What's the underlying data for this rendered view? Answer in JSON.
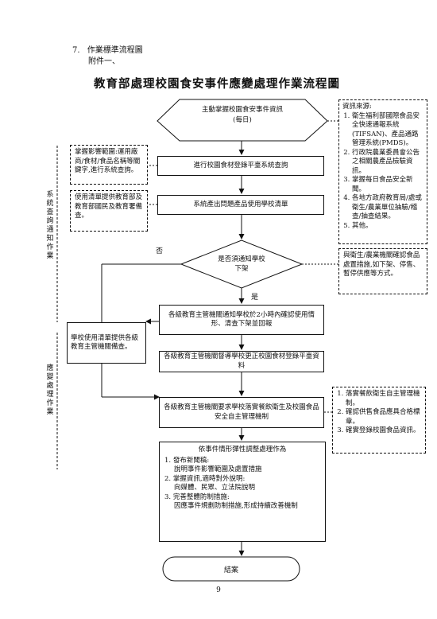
{
  "header": {
    "section_num": "7.",
    "section_label": "作業標準流程圖",
    "attachment": "附件一、",
    "title": "教育部處理校園食安事件應變處理作業流程圖"
  },
  "side_labels": {
    "notify": "系統查詢通知作業",
    "respond": "應變處理作業"
  },
  "flow": {
    "start_line1": "主動掌握校園食安事件資訊",
    "start_line2": "(每日)",
    "check_platform": "進行校園食材登錄平臺系統查詢",
    "list_schools": "系統產出問題產品使用學校清單",
    "decision_line1": "是否須通知學校",
    "decision_line2": "下架",
    "no_label": "否",
    "yes_label": "是",
    "confirm_2hr": "各級教育主管機關通知學校於2小時內確認使用情形、清查下架並回報",
    "supervise_update": "各級教育主管機關督導學校更正校園食材登錄平臺資料",
    "require_mgmt": "各級教育主管機關要求學校落實餐飲衛生及校園食品安全自主管理機制",
    "school_list_report": "學校使用清單提供各級教育主管機關備查。",
    "adjust_title": "依事件情形彈性調整處理作為",
    "adjust_items": [
      {
        "num": "1.",
        "head": "發布新聞稿:",
        "body": "說明事件影響範圍及處置措施"
      },
      {
        "num": "2.",
        "head": "掌握資訊,適時對外說明:",
        "body": "向媒體、民眾、立法院說明"
      },
      {
        "num": "3.",
        "head": "完善整體防制措施:",
        "body": "因應事件規劃防制措施,形成持續改善機制"
      }
    ],
    "end": "結案"
  },
  "notes": {
    "scope": "掌握影響範圍:運用廠商/食材/食品名稱等關鍵字,進行系統查詢。",
    "use_list": "使用清單提供教育部及教育部國民及教育署備查。",
    "sources_title": "資訊來源:",
    "sources": [
      "衛生福利部國際食品安全快速通報系統(TIFSAN)、產品通路管理系統(PMDS)。",
      "行政院農業委員會公告之相關農產品檢驗資訊。",
      "掌握每日食品安全新聞。",
      "各地方政府教育局/處或衛生/農業單位抽驗/稽查/抽查結果。",
      "其他。"
    ],
    "coordinate": "與衛生/農業機關確認食品處置措施,如下架、停售、暫停供應等方式。",
    "self_mgmt": [
      "落實餐飲衛生自主管理機制。",
      "確認供售食品應具合格標章。",
      "確實登錄校園食品資訊。"
    ]
  },
  "footer": {
    "page_number": "9"
  }
}
